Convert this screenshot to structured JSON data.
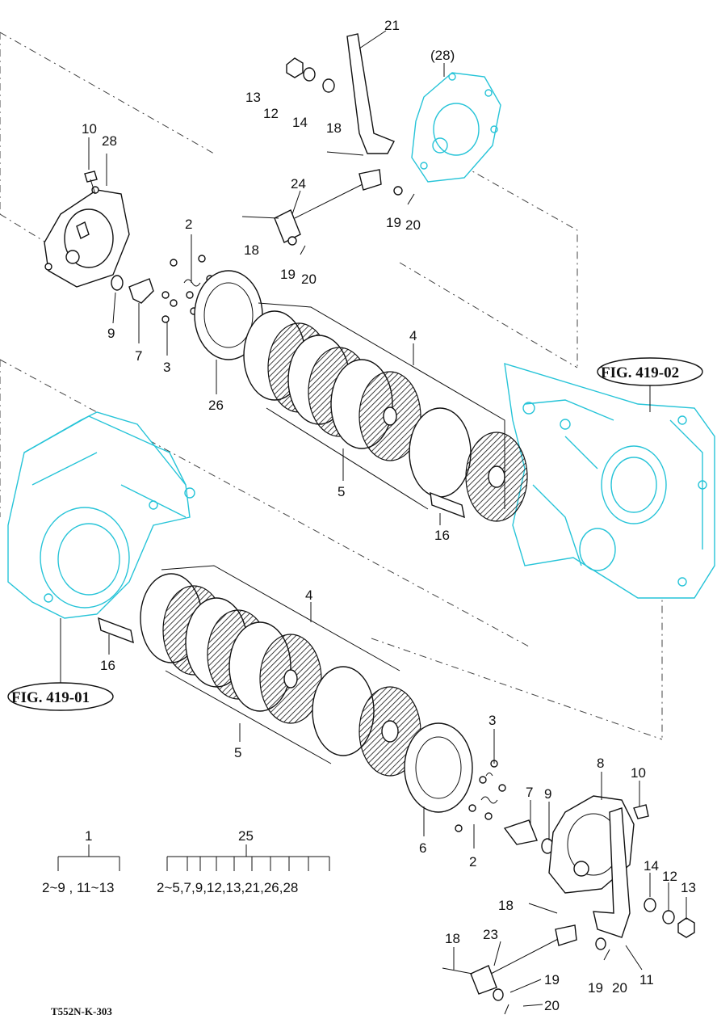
{
  "figure_code": "T552N-K-303",
  "ref_left": "FIG. 419-01",
  "ref_right": "FIG. 419-02",
  "labels": {
    "n21": "21",
    "n28p": "(28)",
    "n13a": "13",
    "n12a": "12",
    "n14a": "14",
    "n10a": "10",
    "n28": "28",
    "n18a": "18",
    "n24": "24",
    "n19a": "19",
    "n20a": "20",
    "n2a": "2",
    "n18b": "18",
    "n19b": "19",
    "n20b": "20",
    "n9a": "9",
    "n7a": "7",
    "n3a": "3",
    "n26": "26",
    "n4a": "4",
    "n5a": "5",
    "n16a": "16",
    "n4b": "4",
    "n16b": "16",
    "n5b": "5",
    "n3b": "3",
    "n8": "8",
    "n10b": "10",
    "n7b": "7",
    "n9b": "9",
    "n6": "6",
    "n2b": "2",
    "n14b": "14",
    "n12b": "12",
    "n13b": "13",
    "n18c": "18",
    "n23": "23",
    "n18d": "18",
    "n19c": "19",
    "n20c": "20",
    "n11": "11",
    "n19d": "19",
    "n20d": "20"
  },
  "groups": {
    "g1": {
      "label": "1",
      "range": "2~9 , 11~13"
    },
    "g25": {
      "label": "25",
      "range": "2~5,7,9,12,13,21,26,28"
    }
  },
  "colors": {
    "line": "#111111",
    "highlight": "#27c4d8"
  }
}
